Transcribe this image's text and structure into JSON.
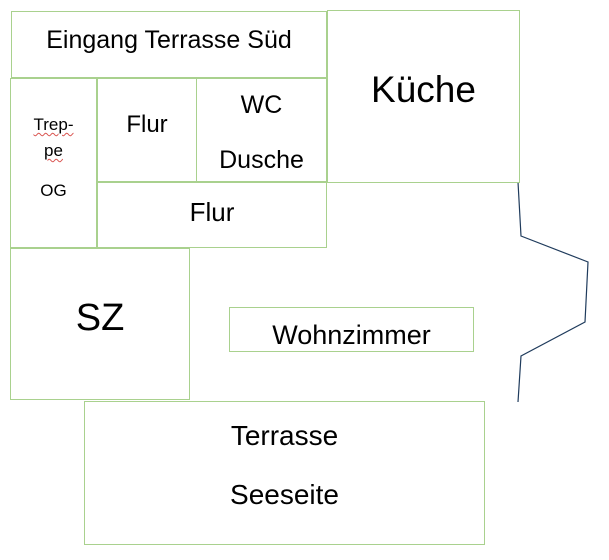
{
  "rooms": {
    "eingang": {
      "label": "Eingang Terrasse Süd"
    },
    "kueche": {
      "label": "Küche"
    },
    "treppe": {
      "line1": "Trep-",
      "line2": "pe",
      "line3": "OG"
    },
    "flur_small": {
      "label": "Flur"
    },
    "wc": {
      "line1": "WC",
      "line2": "Dusche"
    },
    "flur_wide": {
      "label": "Flur"
    },
    "sz": {
      "label": "SZ"
    },
    "wohnzimmer": {
      "label": "Wohnzimmer"
    },
    "terrasse": {
      "line1": "Terrasse",
      "line2": "Seeseite"
    }
  },
  "colors": {
    "room_border": "#a9d18e",
    "outline": "#1f3b5c",
    "spelling_underline": "#d9534f"
  }
}
